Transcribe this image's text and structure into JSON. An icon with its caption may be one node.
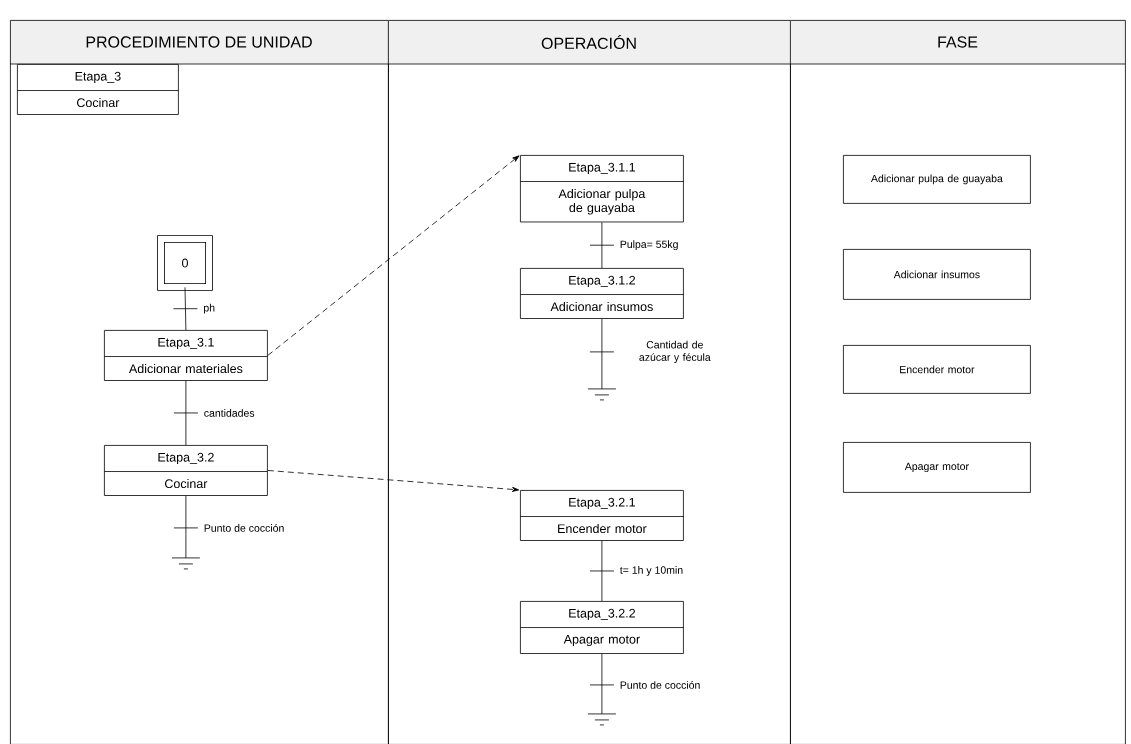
{
  "diagram": {
    "nodes": [
      {
        "text": [
          "PROCEDIMIENTO DE UNIDAD"
        ]
      },
      {
        "text": [
          "OPERACIÓN"
        ]
      },
      {
        "text": [
          "FASE"
        ]
      },
      {
        "text": [
          "Etapa_3",
          "Cocinar"
        ],
        "in": 0
      },
      {
        "text": [
          "0"
        ],
        "in": 0
      },
      {
        "text": [
          "Etapa_3.1",
          "Adicionar materiales"
        ],
        "in": 0
      },
      {
        "text": [
          "Etapa_3.2",
          "Cocinar"
        ],
        "in": 0
      },
      {
        "text": [
          "Etapa_3.1.1",
          "Adicionar pulpa de guayaba"
        ],
        "in": 1
      },
      {
        "text": [
          "Etapa_3.1.2",
          "Adicionar insumos"
        ],
        "in": 1
      },
      {
        "text": [
          "Etapa_3.2.1",
          "Encender motor"
        ],
        "in": 1
      },
      {
        "text": [
          "Etapa_3.2.2",
          "Apagar motor"
        ],
        "in": 1
      },
      {
        "text": [
          "Adicionar pulpa de guayaba"
        ],
        "in": 2
      },
      {
        "text": [
          "Adicionar insumos"
        ],
        "in": 2
      },
      {
        "text": [
          "Encender motor"
        ],
        "in": 2
      },
      {
        "text": [
          "Apagar motor"
        ],
        "in": 2
      }
    ],
    "edges": [
      {
        "from": 4,
        "to": 5,
        "arrow": "none",
        "label": "ph"
      },
      {
        "from": 5,
        "to": 6,
        "arrow": "none",
        "label": "cantidades"
      },
      {
        "from": 6,
        "to": null,
        "arrow": "none",
        "label": "Punto de cocción"
      },
      {
        "from": 7,
        "to": 8,
        "arrow": "none",
        "label": "Pulpa= 55kg"
      },
      {
        "from": 8,
        "to": null,
        "arrow": "none",
        "label": "Cantidad de azúcar y fécula"
      },
      {
        "from": 9,
        "to": 10,
        "arrow": "none",
        "label": "t= 1h y 10min"
      },
      {
        "from": 10,
        "to": null,
        "arrow": "none",
        "label": "Punto de cocción"
      },
      {
        "from": 5,
        "to": 7,
        "arrow": "to",
        "style": "dashed"
      },
      {
        "from": 6,
        "to": 9,
        "arrow": "to",
        "style": "dashed"
      }
    ]
  }
}
